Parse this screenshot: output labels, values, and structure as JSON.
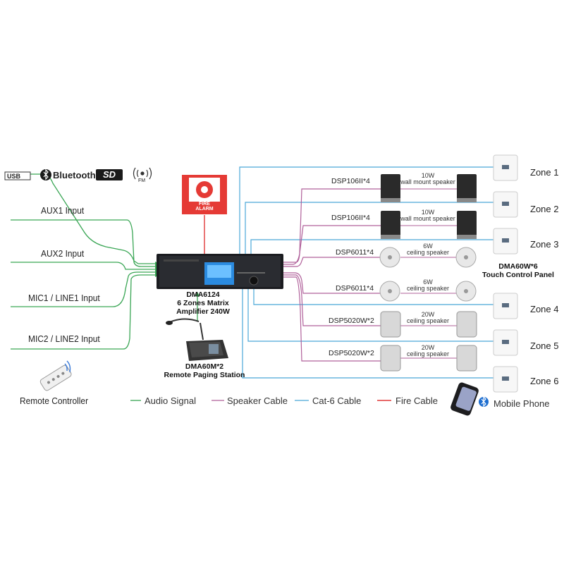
{
  "sources": {
    "usb": "USB",
    "bluetooth": "Bluetooth",
    "sd": "SD",
    "fm": "FM"
  },
  "inputs": [
    "AUX1 Input",
    "AUX2 Input",
    "MIC1 / LINE1 Input",
    "MIC2 / LINE2 Input"
  ],
  "fire_alarm": [
    "FIRE",
    "ALARM"
  ],
  "amplifier": {
    "model": "DMA6124",
    "desc1": "6 Zones Matrix",
    "desc2": "Amplifier 240W"
  },
  "paging": {
    "model": "DMA60M*2",
    "desc": "Remote Paging Station"
  },
  "remote": "Remote Controller",
  "speakers": [
    {
      "model": "DSP106II*4",
      "watts": "10W",
      "type": "wall mount speaker"
    },
    {
      "model": "DSP106II*4",
      "watts": "10W",
      "type": "wall mount speaker"
    },
    {
      "model": "DSP6011*4",
      "watts": "6W",
      "type": "ceiling speaker"
    },
    {
      "model": "DSP6011*4",
      "watts": "6W",
      "type": "ceiling speaker"
    },
    {
      "model": "DSP5020W*2",
      "watts": "20W",
      "type": "ceiling speaker"
    },
    {
      "model": "DSP5020W*2",
      "watts": "20W",
      "type": "ceiling speaker"
    }
  ],
  "zones": [
    "Zone 1",
    "Zone 2",
    "Zone 3",
    "Zone 4",
    "Zone 5",
    "Zone 6"
  ],
  "panel": {
    "model": "DMA60W*6",
    "desc": "Touch Control Panel"
  },
  "legend": {
    "audio": "Audio Signal",
    "speaker": "Speaker Cable",
    "cat6": "Cat-6 Cable",
    "fire": "Fire Cable"
  },
  "mobile": "Mobile Phone",
  "colors": {
    "audio": "#3aa655",
    "speaker": "#b0609a",
    "cat6": "#4aa8d8",
    "fire": "#e03a3a"
  }
}
